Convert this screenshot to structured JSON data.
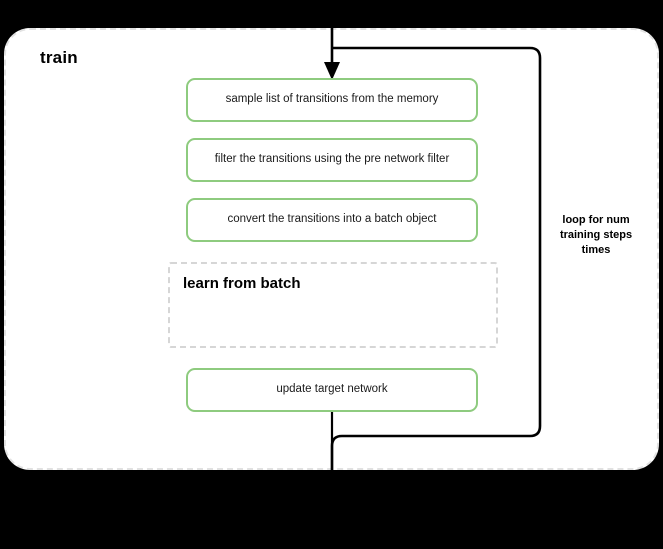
{
  "page": {
    "background_color": "#000000",
    "canvas_color": "#ffffff"
  },
  "diagram": {
    "title": "train",
    "container": {
      "name": "train-block",
      "border_style": "dashed",
      "border_color": "#e2e2e2",
      "fill": "#ffffff"
    },
    "steps": [
      {
        "id": "sample",
        "label": "sample list of transitions from the memory",
        "shape": "rounded-rect",
        "border_color": "#8ecb7f"
      },
      {
        "id": "filter",
        "label": "filter the transitions using the pre network filter",
        "shape": "rounded-rect",
        "border_color": "#8ecb7f"
      },
      {
        "id": "convert",
        "label": "convert the transitions into a batch object",
        "shape": "rounded-rect",
        "border_color": "#8ecb7f"
      },
      {
        "id": "update-target",
        "label": "update target network",
        "shape": "rounded-rect",
        "border_color": "#8ecb7f"
      }
    ],
    "subblock": {
      "id": "learn-from-batch",
      "title": "learn from batch",
      "border_style": "dashed",
      "border_color": "#d6d6d6"
    },
    "loop": {
      "label": "loop for num training steps times",
      "label_line_1": "loop for num",
      "label_line_2": "training steps",
      "label_line_3": "times",
      "stroke_color": "#000000"
    },
    "connectors": {
      "entry_arrow": "arrow-down-into-sample",
      "exit_line": "line-down-from-update-target",
      "stroke_color": "#000000"
    }
  }
}
